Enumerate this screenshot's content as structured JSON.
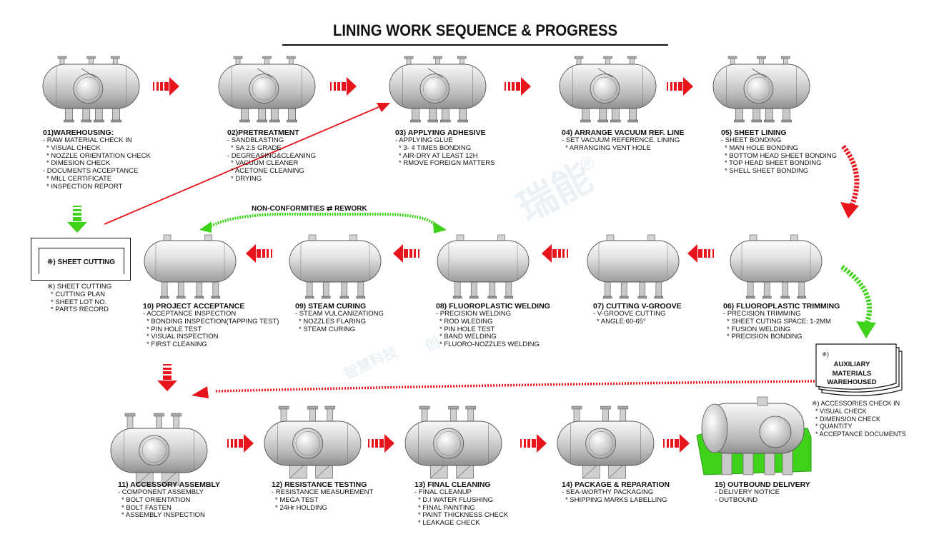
{
  "title": "LINING   WORK   SEQUENCE   & PROGRESS",
  "steps": [
    {
      "title": "01)WAREHOUSING:",
      "lines": [
        "- RAW MATERIAL CHECK IN",
        "  * VISUAL CHECK",
        "  * NOZZLE ORIENTATION CHECK",
        "  * DIMESION CHECK",
        "- DOCUMENTS ACCEPTANCE",
        "  * MILL CERTIFICATE",
        "  * INSPECTION REPORT"
      ]
    },
    {
      "title": "02)PRETREATMENT",
      "lines": [
        "- SANDBLASTING",
        "  * SA 2.5 GRADE",
        "- DEGREASING&CLEANING",
        "  * VACUUM CLEANER",
        "  * ACETONE CLEANING",
        "  * DRYING"
      ]
    },
    {
      "title": "03) APPLYING ADHESIVE",
      "lines": [
        "- APPLYING GLUE",
        "  * 3- 4 TIMES BONDING",
        "  * AIR-DRY AT LEAST 12H",
        "  * RMOVE FOREIGN MATTERS"
      ]
    },
    {
      "title": "04) ARRANGE VACUUM REF. LINE",
      "lines": [
        "- SET VACUUM REFERENCE. LINING",
        "  * ARRANGING VENT HOLE"
      ]
    },
    {
      "title": "05) SHEET LINING",
      "lines": [
        "- SHEET BONDING",
        "  * MAN HOLE BONDING",
        "  * BOTTOM HEAD SHEET BONDING",
        "  * TOP HEAD SHEET BONDING",
        "  * SHELL SHEET BONDING"
      ]
    },
    {
      "title": "06) FLUOROPLASTIC TRIMMING",
      "lines": [
        "- PRECISION TRIMMING",
        "  * SHEET CUTING SPACE: 1-2MM",
        "  * FUSION WELDING",
        "  * PRECISION BONDING"
      ]
    },
    {
      "title": "07) CUTTING V-GROOVE",
      "lines": [
        "- V-GROOVE CUTTING",
        "  * ANGLE:60-65°"
      ]
    },
    {
      "title": "08) FLUOROPLASTIC WELDING",
      "lines": [
        "- PRECISION WELDING",
        "  * ROD WLEDING",
        "  * PIN HOLE TEST",
        "  * BAND WELDING",
        "  * FLUORO-NOZZLES WELDING"
      ]
    },
    {
      "title": "09) STEAM CURING",
      "lines": [
        "- STEAM VULCANIZATIONG",
        "  * NOZZLES FLARING",
        "  * STEAM CURING"
      ]
    },
    {
      "title": "10) PROJECT ACCEPTANCE",
      "lines": [
        "- ACCEPTANCE INSPECTION",
        "  * BONDING INSPECTION(TAPPING TEST)",
        "  * PIN HOLE TEST",
        "  * VISUAL INSPECTION",
        "  * FIRST CLEANING"
      ]
    },
    {
      "title": "11) ACCESSORY ASSEMBLY",
      "lines": [
        "- COMPONENT ASSEMBLY",
        "  * BOLT ORIENTATION",
        "  * BOLT FASTEN",
        "  * ASSEMBLY INSPECTION"
      ]
    },
    {
      "title": "12) RESISTANCE TESTING",
      "lines": [
        "- RESISTANCE MEASUREMENT",
        "  * MEGA TEST",
        "  * 24Hr HOLDING"
      ]
    },
    {
      "title": "13) FINAL CLEANING",
      "lines": [
        "- FINAL CLEANUP",
        "  * D.I WATER FLUSHING",
        "  * FINAL PAINTING",
        "  * PAINT THICKNESS CHECK",
        "  * LEAKAGE CHECK"
      ]
    },
    {
      "title": "14) PACKAGE & REPARATION",
      "lines": [
        "- SEA-WORTHY PACKAGING",
        "  * SHIPPING MARKS LABELLING"
      ]
    },
    {
      "title": "15) OUTBOUND DELIVERY",
      "lines": [
        "- DELIVERY NOTICE",
        "- OUTBOUND"
      ]
    }
  ],
  "sheet_cutting": {
    "box_label": "※)  SHEET CUTTING",
    "lines": [
      "※) SHEET CUTTING",
      "  * CUTTING PLAN",
      "  * SHEET LOT NO.",
      "  * PARTS RECORD"
    ]
  },
  "auxiliary": {
    "mark": "※)",
    "label_lines": [
      "AUXILIARY",
      "MATERIALS",
      "WAREHOUSED"
    ],
    "lines": [
      "※) ACCESSORIES CHECK IN",
      "  * VISUAL CHECK",
      "  * DIMENSION CHECK",
      "  * QUANTITY",
      "  * ACCEPTANCE DOCUMENTS"
    ]
  },
  "rework_label": "NON-CONFORMITIES ⇄ REWORK",
  "watermark": {
    "brand_cn": "瑞能",
    "mark": "®",
    "small_cn": "智慧科技",
    "small_cn2": "创"
  },
  "colors": {
    "arrow_red": "#e8141b",
    "arrow_green": "#3fd21b",
    "tank_light": "#e4e4e4",
    "tank_dark": "#8a8a8a"
  }
}
